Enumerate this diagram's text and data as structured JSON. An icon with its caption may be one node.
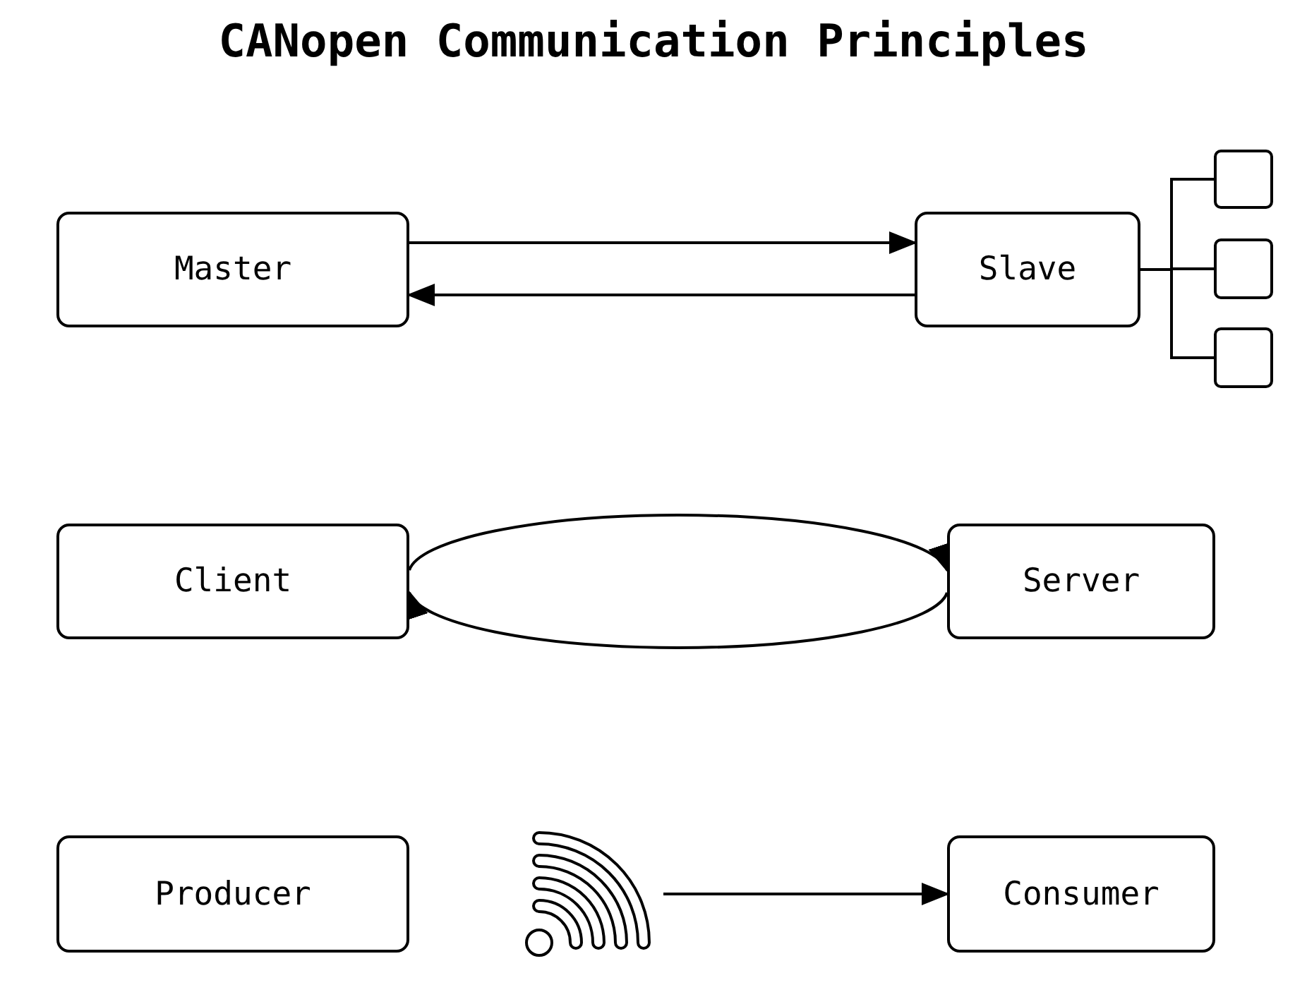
{
  "diagram": {
    "title": "CANopen Communication Principles",
    "nodes": [
      {
        "text": [
          "Master"
        ]
      },
      {
        "text": [
          "Slave"
        ]
      },
      {
        "text": [],
        "shape": "box"
      },
      {
        "text": [],
        "shape": "box"
      },
      {
        "text": [],
        "shape": "box"
      },
      {
        "text": [
          "Client"
        ]
      },
      {
        "text": [
          "Server"
        ]
      },
      {
        "text": [
          "Producer"
        ]
      },
      {
        "text": [
          "Consumer"
        ]
      },
      {
        "text": [],
        "shape": "picture"
      }
    ],
    "edges": [
      {
        "from": 0,
        "to": 1,
        "arrow": "to"
      },
      {
        "from": 1,
        "to": 0,
        "arrow": "to"
      },
      {
        "from": 1,
        "to": 2,
        "arrow": "none"
      },
      {
        "from": 1,
        "to": 3,
        "arrow": "none"
      },
      {
        "from": 1,
        "to": 4,
        "arrow": "none"
      },
      {
        "from": 5,
        "to": 6,
        "arrow": "to"
      },
      {
        "from": 6,
        "to": 5,
        "arrow": "to"
      },
      {
        "from": 9,
        "to": 8,
        "arrow": "to"
      }
    ]
  }
}
